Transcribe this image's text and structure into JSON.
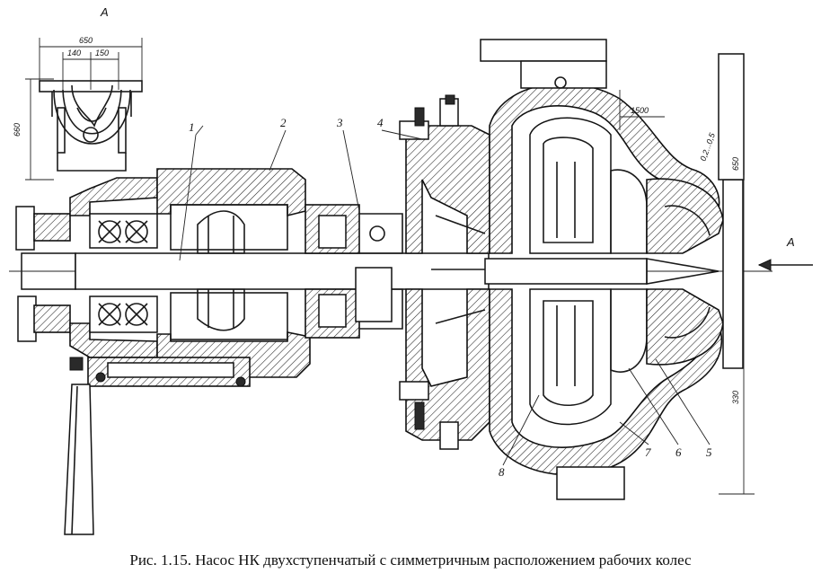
{
  "caption": "Рис. 1.15. Насос НК двухступенчатый с симметричным расположением рабочих колес",
  "view_label": "А",
  "arrow_label": "А",
  "part_labels": [
    "1",
    "2",
    "3",
    "4",
    "5",
    "6",
    "7",
    "8"
  ],
  "dimensions": {
    "top_width": "650",
    "left_spacing": "140",
    "right_spacing": "150",
    "side_height": "660",
    "flange": "1500",
    "clearance": "0,2...0,5",
    "right_upper": "650",
    "right_lower": "330"
  },
  "colors": {
    "ink": "#111111",
    "paper": "#ffffff"
  }
}
